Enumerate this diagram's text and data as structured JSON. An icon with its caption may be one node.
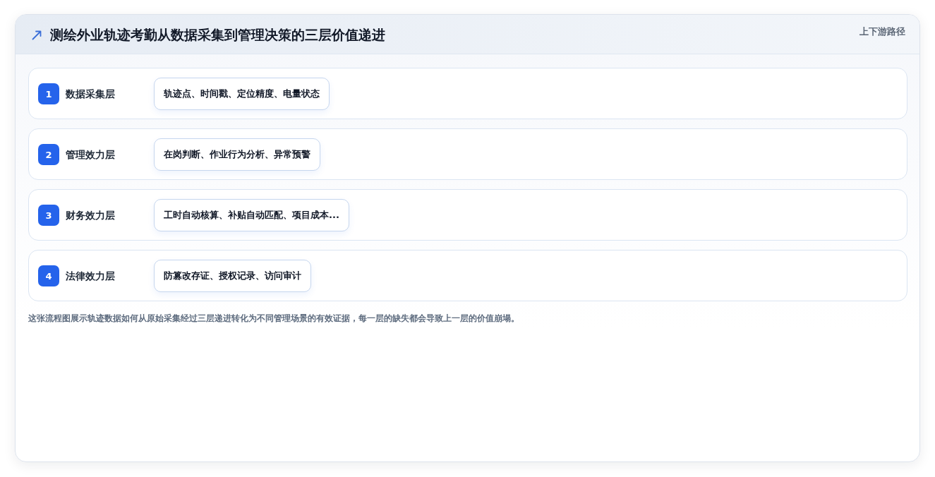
{
  "diagram": {
    "title": "测绘外业轨迹考勤从数据采集到管理决策的三层价值递进",
    "caption": "这张流程图展示轨迹数据如何从原始采集经过三层递进转化为不同管理场景的有效证据，每一层的缺失都会导致上一层的价值崩塌。",
    "nodes": [
      {
        "text": [
          "数据采集层"
        ]
      },
      {
        "text": [
          "1"
        ],
        "in": 0
      },
      {
        "text": [
          "轨迹点、时间戳、定位精度、电量状态"
        ],
        "in": 0
      },
      {
        "text": [
          "管理效力层"
        ]
      },
      {
        "text": [
          "2"
        ],
        "in": 3
      },
      {
        "text": [
          "在岗判断、作业行为分析、异常预警"
        ],
        "in": 3
      },
      {
        "text": [
          "财务效力层"
        ]
      },
      {
        "text": [
          "3"
        ],
        "in": 6
      },
      {
        "text": [
          "工时自动核算、补贴自动匹配、项目成本..."
        ],
        "in": 6
      },
      {
        "text": [
          "法律效力层"
        ]
      },
      {
        "text": [
          "4"
        ],
        "in": 9
      },
      {
        "text": [
          "防篡改存证、授权记录、访问审计"
        ],
        "in": 9
      }
    ],
    "edges": [],
    "labels": [
      "上下游路径"
    ]
  }
}
